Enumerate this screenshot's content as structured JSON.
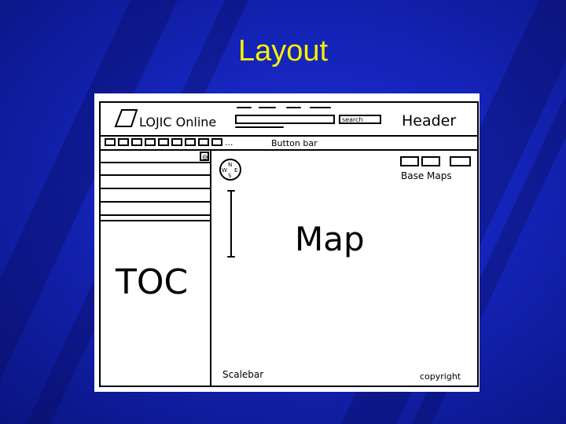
{
  "slide": {
    "title": "Layout"
  },
  "sketch": {
    "app_name": "LOJIC Online",
    "search_button": "search",
    "header_label": "Header",
    "button_bar_ellipsis": "...",
    "button_bar_label": "Button bar",
    "base_maps_label": "Base Maps",
    "map_label": "Map",
    "toc_label": "TOC",
    "scalebar_label": "Scalebar",
    "copyright_label": "copyright",
    "north_arrow": {
      "n": "N",
      "w": "W",
      "e": "E",
      "s": "S"
    }
  }
}
